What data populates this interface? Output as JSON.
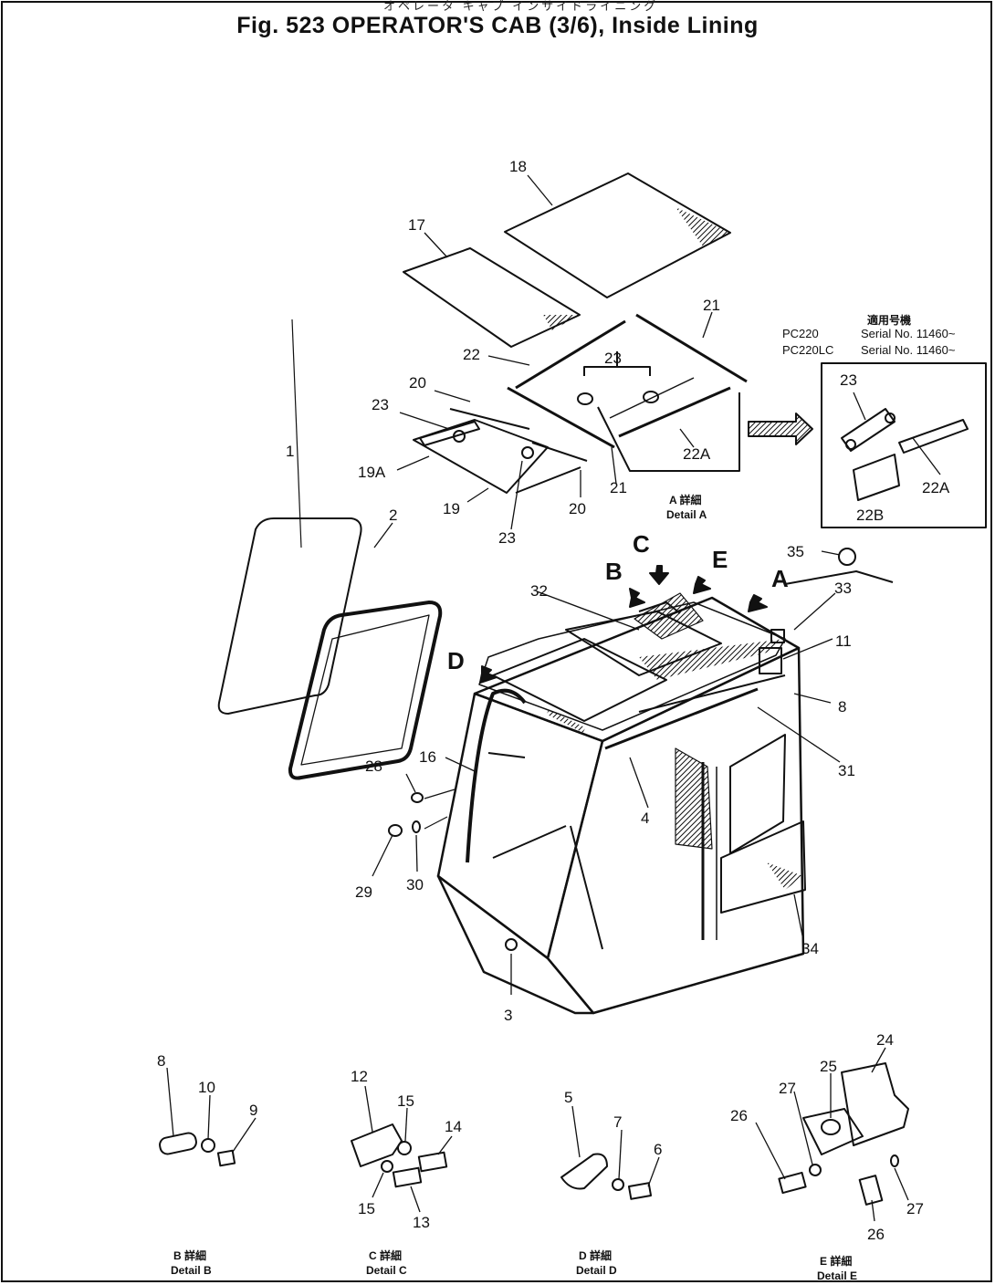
{
  "title": "Fig. 523   OPERATOR'S CAB (3/6), Inside Lining",
  "jp_title": "オペレータ キャブ インサイドライニング",
  "applicability": {
    "jp_header": "適用号機",
    "rows": [
      {
        "model": "PC220",
        "serial": "Serial No. 11460~"
      },
      {
        "model": "PC220LC",
        "serial": "Serial No. 11460~"
      }
    ]
  },
  "part_numbers": {
    "p1": "1",
    "p2": "2",
    "p3": "3",
    "p4": "4",
    "p5": "5",
    "p6": "6",
    "p7": "7",
    "p8a": "8",
    "p8b": "8",
    "p9": "9",
    "p10": "10",
    "p11": "11",
    "p12": "12",
    "p13": "13",
    "p14": "14",
    "p15a": "15",
    "p15b": "15",
    "p16": "16",
    "p17": "17",
    "p18": "18",
    "p19": "19",
    "p19A": "19A",
    "p20a": "20",
    "p20b": "20",
    "p21a": "21",
    "p21b": "21",
    "p22": "22",
    "p22A": "22A",
    "p23a": "23",
    "p23b": "23",
    "p23c": "23",
    "p24": "24",
    "p25": "25",
    "p26a": "26",
    "p26b": "26",
    "p27a": "27",
    "p27b": "27",
    "p28": "28",
    "p29": "29",
    "p30": "30",
    "p31": "31",
    "p32": "32",
    "p33": "33",
    "p34": "34",
    "p35": "35",
    "inset23": "23",
    "inset22A": "22A",
    "inset22B": "22B"
  },
  "detail_letters": {
    "A": "A",
    "B": "B",
    "C": "C",
    "D": "D",
    "E": "E"
  },
  "detail_captions": {
    "A_jp": "A 詳細",
    "A": "Detail A",
    "B_jp": "B 詳細",
    "B": "Detail B",
    "C_jp": "C 詳細",
    "C": "Detail C",
    "D_jp": "D 詳細",
    "D": "Detail D",
    "E_jp": "E 詳細",
    "E": "Detail E"
  }
}
